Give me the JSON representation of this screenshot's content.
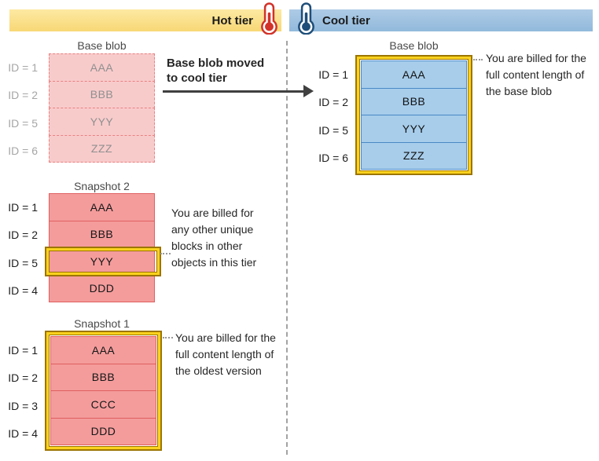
{
  "tiers": {
    "hot": {
      "label": "Hot tier"
    },
    "cool": {
      "label": "Cool tier"
    }
  },
  "colors": {
    "hot_bar": "#f9dd85",
    "cool_bar": "#9cc2e0",
    "hot_thermometer": "#d23229",
    "cool_thermometer": "#1e4e79",
    "faded_block": "#f8cbcb",
    "snapshot_block": "#f49c9c",
    "cool_block": "#a7cdeb",
    "billing_highlight": "#fdd21e",
    "billing_highlight_edge": "#9c7500"
  },
  "hot_tier": {
    "base_blob": {
      "title": "Base blob",
      "rows": [
        {
          "id": "ID = 1",
          "block": "AAA"
        },
        {
          "id": "ID = 2",
          "block": "BBB"
        },
        {
          "id": "ID = 5",
          "block": "YYY"
        },
        {
          "id": "ID = 6",
          "block": "ZZZ"
        }
      ]
    },
    "move_annotation": {
      "line1": "Base blob moved",
      "line2": "to cool tier"
    },
    "snapshot_2": {
      "title": "Snapshot 2",
      "rows": [
        {
          "id": "ID = 1",
          "block": "AAA"
        },
        {
          "id": "ID = 2",
          "block": "BBB"
        },
        {
          "id": "ID = 5",
          "block": "YYY"
        },
        {
          "id": "ID = 4",
          "block": "DDD"
        }
      ],
      "highlighted_block": "YYY",
      "annotation": {
        "line1": "You are billed for",
        "line2": "any other unique",
        "line3": "blocks in other",
        "line4": "objects in this tier"
      }
    },
    "snapshot_1": {
      "title": "Snapshot 1",
      "rows": [
        {
          "id": "ID = 1",
          "block": "AAA"
        },
        {
          "id": "ID = 2",
          "block": "BBB"
        },
        {
          "id": "ID = 3",
          "block": "CCC"
        },
        {
          "id": "ID = 4",
          "block": "DDD"
        }
      ],
      "annotation": {
        "line1": "You are billed for the",
        "line2": "full content length of",
        "line3": "the oldest version"
      }
    }
  },
  "cool_tier": {
    "base_blob": {
      "title": "Base blob",
      "rows": [
        {
          "id": "ID = 1",
          "block": "AAA"
        },
        {
          "id": "ID = 2",
          "block": "BBB"
        },
        {
          "id": "ID = 5",
          "block": "YYY"
        },
        {
          "id": "ID = 6",
          "block": "ZZZ"
        }
      ],
      "annotation": {
        "line1": "You are billed for the",
        "line2": "full content length of",
        "line3": "the base blob"
      }
    }
  }
}
